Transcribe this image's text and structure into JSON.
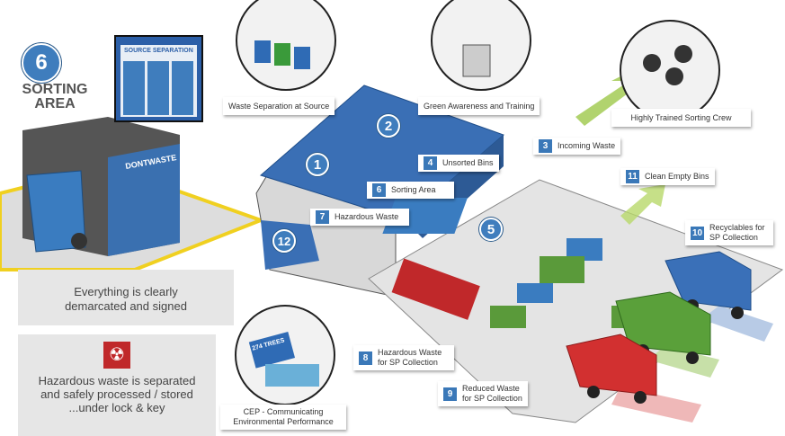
{
  "area": {
    "number": "6",
    "title_line1": "SORTING",
    "title_line2": "AREA"
  },
  "board": {
    "title": "SOURCE SEPARATION"
  },
  "dumpster": {
    "brand": "DONTWASTE"
  },
  "notes": [
    {
      "line1": "Everything is clearly",
      "line2": "demarcated and signed"
    },
    {
      "line1": "Hazardous waste is separated",
      "line2": "and safely processed / stored",
      "line3": "...under lock & key",
      "icon": "radiation-icon"
    }
  ],
  "callouts": {
    "waste_separation": "Waste Separation at Source",
    "green_awareness": "Green Awareness and Training",
    "crew": "Highly Trained Sorting Crew",
    "cep": "CEP - Communicating Environmental Performance",
    "cep_screen": "274 TREES"
  },
  "steps": [
    {
      "num": "3",
      "label": "Incoming Waste"
    },
    {
      "num": "4",
      "label": "Unsorted Bins"
    },
    {
      "num": "11",
      "label": "Clean Empty Bins"
    },
    {
      "num": "6",
      "label": "Sorting Area"
    },
    {
      "num": "7",
      "label": "Hazardous Waste"
    },
    {
      "num": "10",
      "label": "Recyclables for SP Collection"
    },
    {
      "num": "8",
      "label": "Hazardous Waste for SP Collection"
    },
    {
      "num": "9",
      "label": "Reduced Waste for SP Collection"
    }
  ],
  "markers": [
    "1",
    "2",
    "5",
    "12"
  ],
  "colors": {
    "accent": "#3a78b8",
    "green": "#7fae2e",
    "hazard": "#c0282a",
    "panel": "#e6e6e6"
  }
}
